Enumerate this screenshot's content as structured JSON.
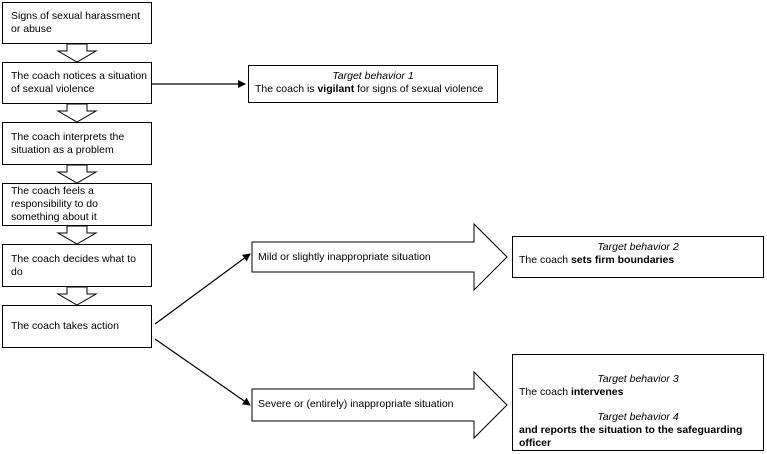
{
  "flow_steps": [
    "Signs of sexual harassment or abuse",
    "The coach notices a situation of sexual violence",
    "The coach interprets the situation as a problem",
    "The coach feels a responsibility to do something about it",
    "The coach decides what to do",
    "The coach takes action"
  ],
  "target1": {
    "title": "Target behavior 1",
    "pre": "The coach is ",
    "bold": "vigilant",
    "post": " for signs of sexual violence"
  },
  "branch_mild": "Mild or slightly inappropriate situation",
  "branch_severe": "Severe or (entirely) inappropriate situation",
  "target2": {
    "title": "Target behavior 2",
    "pre": "The coach ",
    "bold": "sets firm boundaries"
  },
  "target3": {
    "title": "Target behavior 3",
    "pre": "The coach  ",
    "bold": "intervenes"
  },
  "target4": {
    "title": "Target behavior 4",
    "bold": "and reports the situation to the safeguarding officer"
  }
}
